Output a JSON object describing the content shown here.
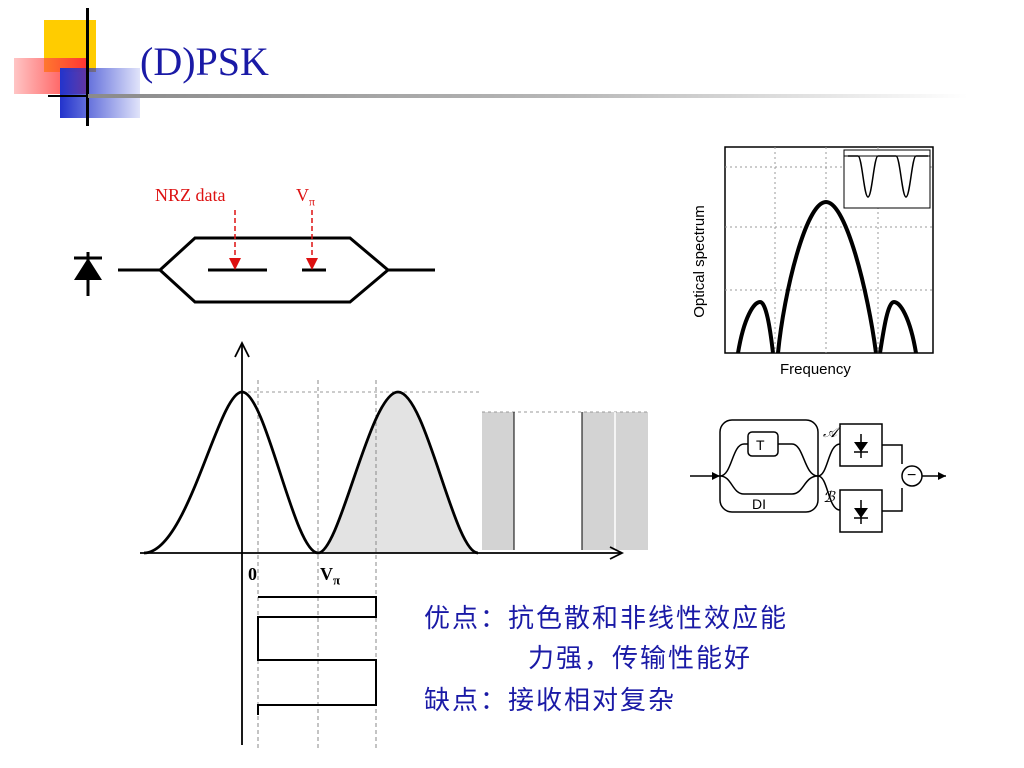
{
  "slide": {
    "title": "(D)PSK",
    "colors": {
      "title": "#1a1aa6",
      "accent_yellow": "#ffcc00",
      "accent_red": "#ff3333",
      "accent_blue": "#2233cc",
      "label_red": "#dd1111"
    }
  },
  "modulator": {
    "label_data": "NRZ data",
    "label_bias_main": "V",
    "label_bias_sub": "π"
  },
  "transfer_plot": {
    "zero_label": "0",
    "vpi_main": "V",
    "vpi_sub": "π"
  },
  "spectrum": {
    "ylabel": "Optical spectrum",
    "xlabel": "Frequency"
  },
  "receiver": {
    "delay_label": "T",
    "interferometer_label": "DI",
    "port_a": "𝒜",
    "port_b": "ℬ",
    "subtract_symbol": "−"
  },
  "notes": {
    "pros_line1": "优点：抗色散和非线性效应能",
    "pros_line2": "力强，传输性能好",
    "cons_line": "缺点：接收相对复杂"
  }
}
